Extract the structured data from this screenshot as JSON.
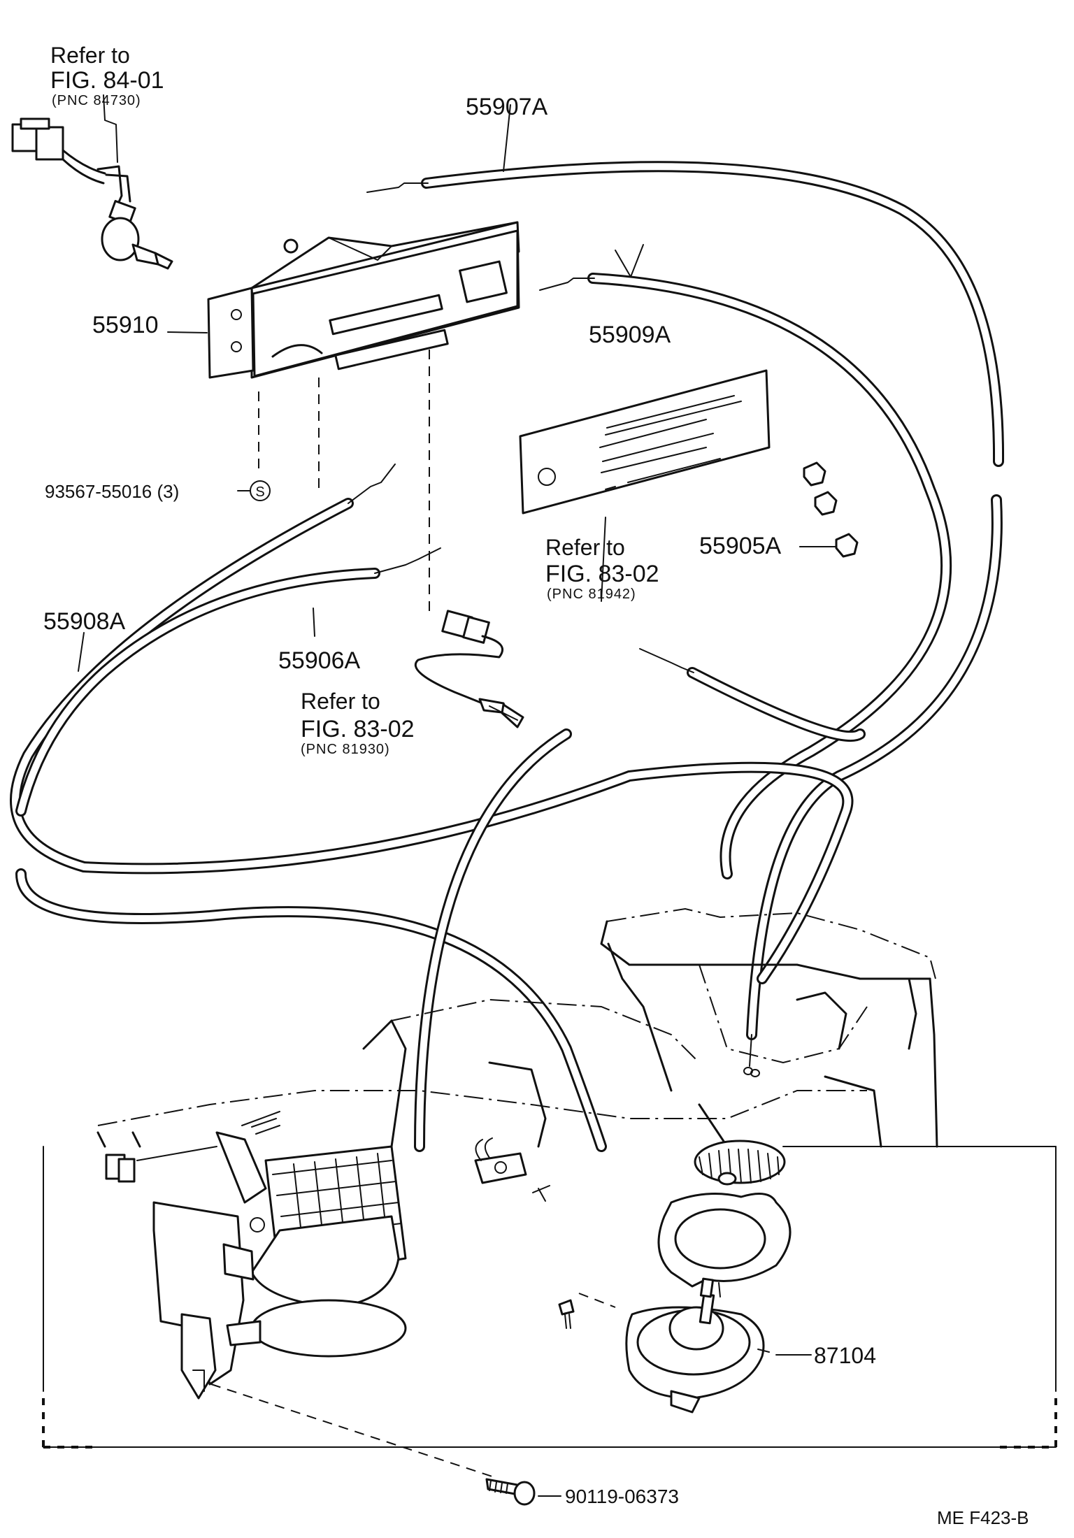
{
  "labels": {
    "ref_8401_a": "Refer to",
    "ref_8401_b": "FIG. 84-01",
    "ref_8401_c": "(PNC 84730)",
    "p55907a": "55907A",
    "p55910": "55910",
    "p55909a": "55909A",
    "p93567": "93567-55016 (3)",
    "p93567_mark": "S",
    "ref_8302a_a": "Refer to",
    "ref_8302a_b": "FIG. 83-02",
    "ref_8302a_c": "(PNC 81942)",
    "p55905a": "55905A",
    "p55908a": "55908A",
    "p55906a": "55906A",
    "ref_8302b_a": "Refer to",
    "ref_8302b_b": "FIG. 83-02",
    "ref_8302b_c": "(PNC 81930)",
    "p87104": "87104",
    "p90119": "90119-06373",
    "figure_code": "ME  F423-B"
  }
}
